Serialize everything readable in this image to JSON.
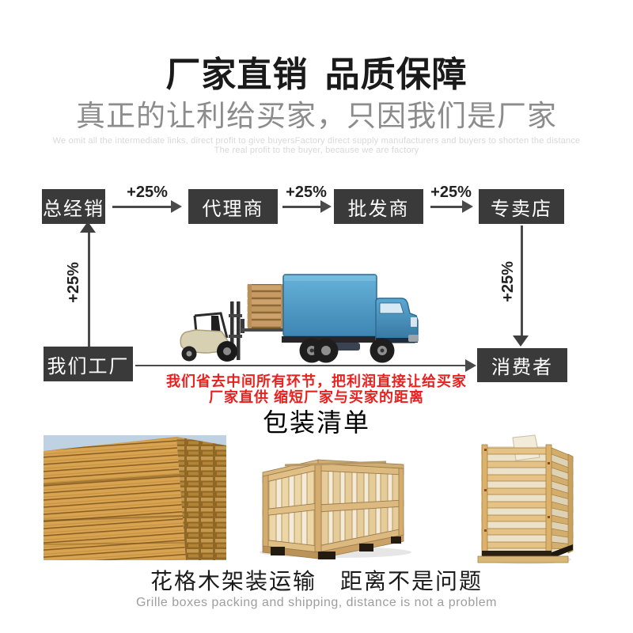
{
  "header": {
    "title": "厂家直销 品质保障",
    "subtitle": "真正的让利给买家，只因我们是厂家",
    "watermark_line1": "We omit all the intermediate links, direct profit to give buyersFactory direct supply manufacturers and buyers to shorten the distance",
    "watermark_line2": "The real profit to the buyer, because we are factory"
  },
  "flow": {
    "markup": "+25%",
    "nodes": {
      "distributor": "总经销",
      "agent": "代理商",
      "wholesaler": "批发商",
      "store": "专卖店",
      "factory": "我们工厂",
      "consumer": "消费者"
    },
    "note_line1": "我们省去中间所有环节，把利润直接让给买家",
    "note_line2": "厂家直供 缩短厂家与买家的距离"
  },
  "packing": {
    "title": "包装清单",
    "caption": "花格木架装运输　距离不是问题",
    "caption_en": "Grille boxes packing and shipping, distance is not a problem"
  },
  "colors": {
    "node_bg": "#3a3a3a",
    "node_text": "#ffffff",
    "arrow": "#4a4a4a",
    "note_red": "#e8201e",
    "title_black": "#1a1a1a",
    "subtitle_gray": "#8c8c8c",
    "watermark_gray": "#d8d8d8",
    "truck_blue": "#4d9cc9",
    "wood_tan": "#d9a452",
    "caption_gray": "#9e9e9e"
  }
}
